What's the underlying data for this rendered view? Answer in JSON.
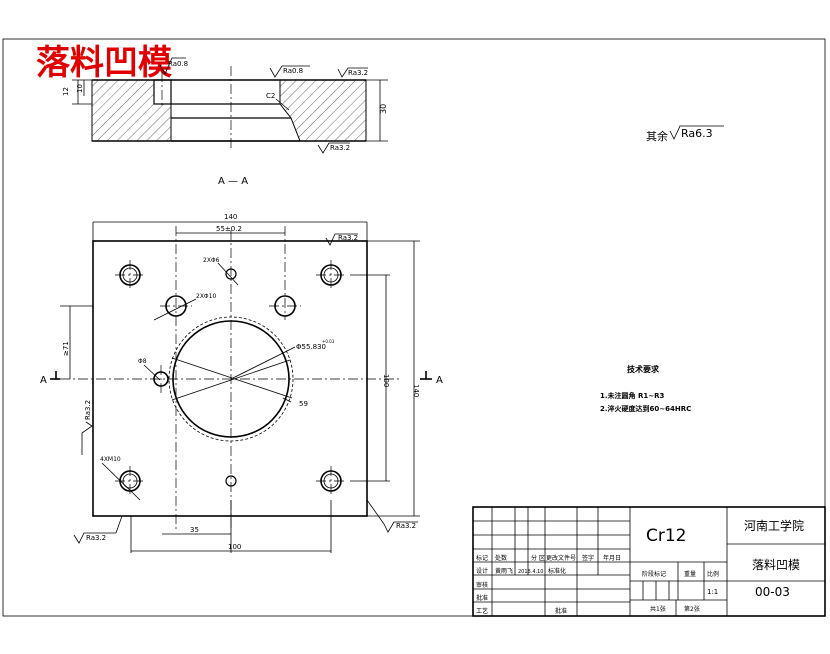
{
  "title": "落料凹模",
  "section": {
    "label": "A — A",
    "ra_top_left": "Ra0.8",
    "ra_top_mid": "Ra0.8",
    "ra_top_right": "Ra3.2",
    "ra_bottom": "Ra3.2",
    "chamfer": "C2",
    "dim_12": "12",
    "dim_10": "10",
    "dim_30": "30"
  },
  "plan": {
    "dim_140_top": "140",
    "dim_55": "55±0.2",
    "dim_2x6": "2XΦ6",
    "dim_2x10": "2XΦ10",
    "dim_8": "Φ8",
    "dim_55_bore": "Φ55.830",
    "dim_55_bore_tol": "+0.03",
    "dim_59": "59",
    "dim_4xm10": "4XM10",
    "dim_35": "35",
    "dim_100_bottom": "100",
    "dim_100_right": "100",
    "dim_140_right": "140",
    "dim_71": "≥71",
    "ra_top": "Ra3.2",
    "ra_left": "Ra3.2",
    "ra_bottom_left": "Ra3.2",
    "ra_bottom_right": "Ra3.2",
    "section_a_left": "A",
    "section_a_right": "A"
  },
  "surface_note": {
    "prefix": "其余",
    "value": "Ra6.3"
  },
  "tech": {
    "heading": "技术要求",
    "line1": "1.未注圆角 R1~R3",
    "line2": "2.淬火硬度达到60~64HRC"
  },
  "titleblock": {
    "material": "Cr12",
    "school": "河南工学院",
    "part_name": "落料凹模",
    "drawing_no": "00-03",
    "h_biaoji": "标记",
    "h_chushu": "处数",
    "h_fenqu": "分 区",
    "h_gengai": "更改文件号",
    "h_qianming": "签字",
    "h_riqi": "年月日",
    "r_sheji": "设计",
    "r_name": "黄雨飞",
    "r_date": "2018.4.10",
    "r_biaozhunhua": "标准化",
    "r_shenhe": "审核",
    "r_zhuguan": "批准",
    "r_gongyi": "工艺",
    "r_pizhun": "批准",
    "stage": "阶段标记",
    "weight": "重量",
    "scale": "比例",
    "scale_val": "1:1",
    "sheets_total": "共1张",
    "sheet_no": "第2张"
  }
}
